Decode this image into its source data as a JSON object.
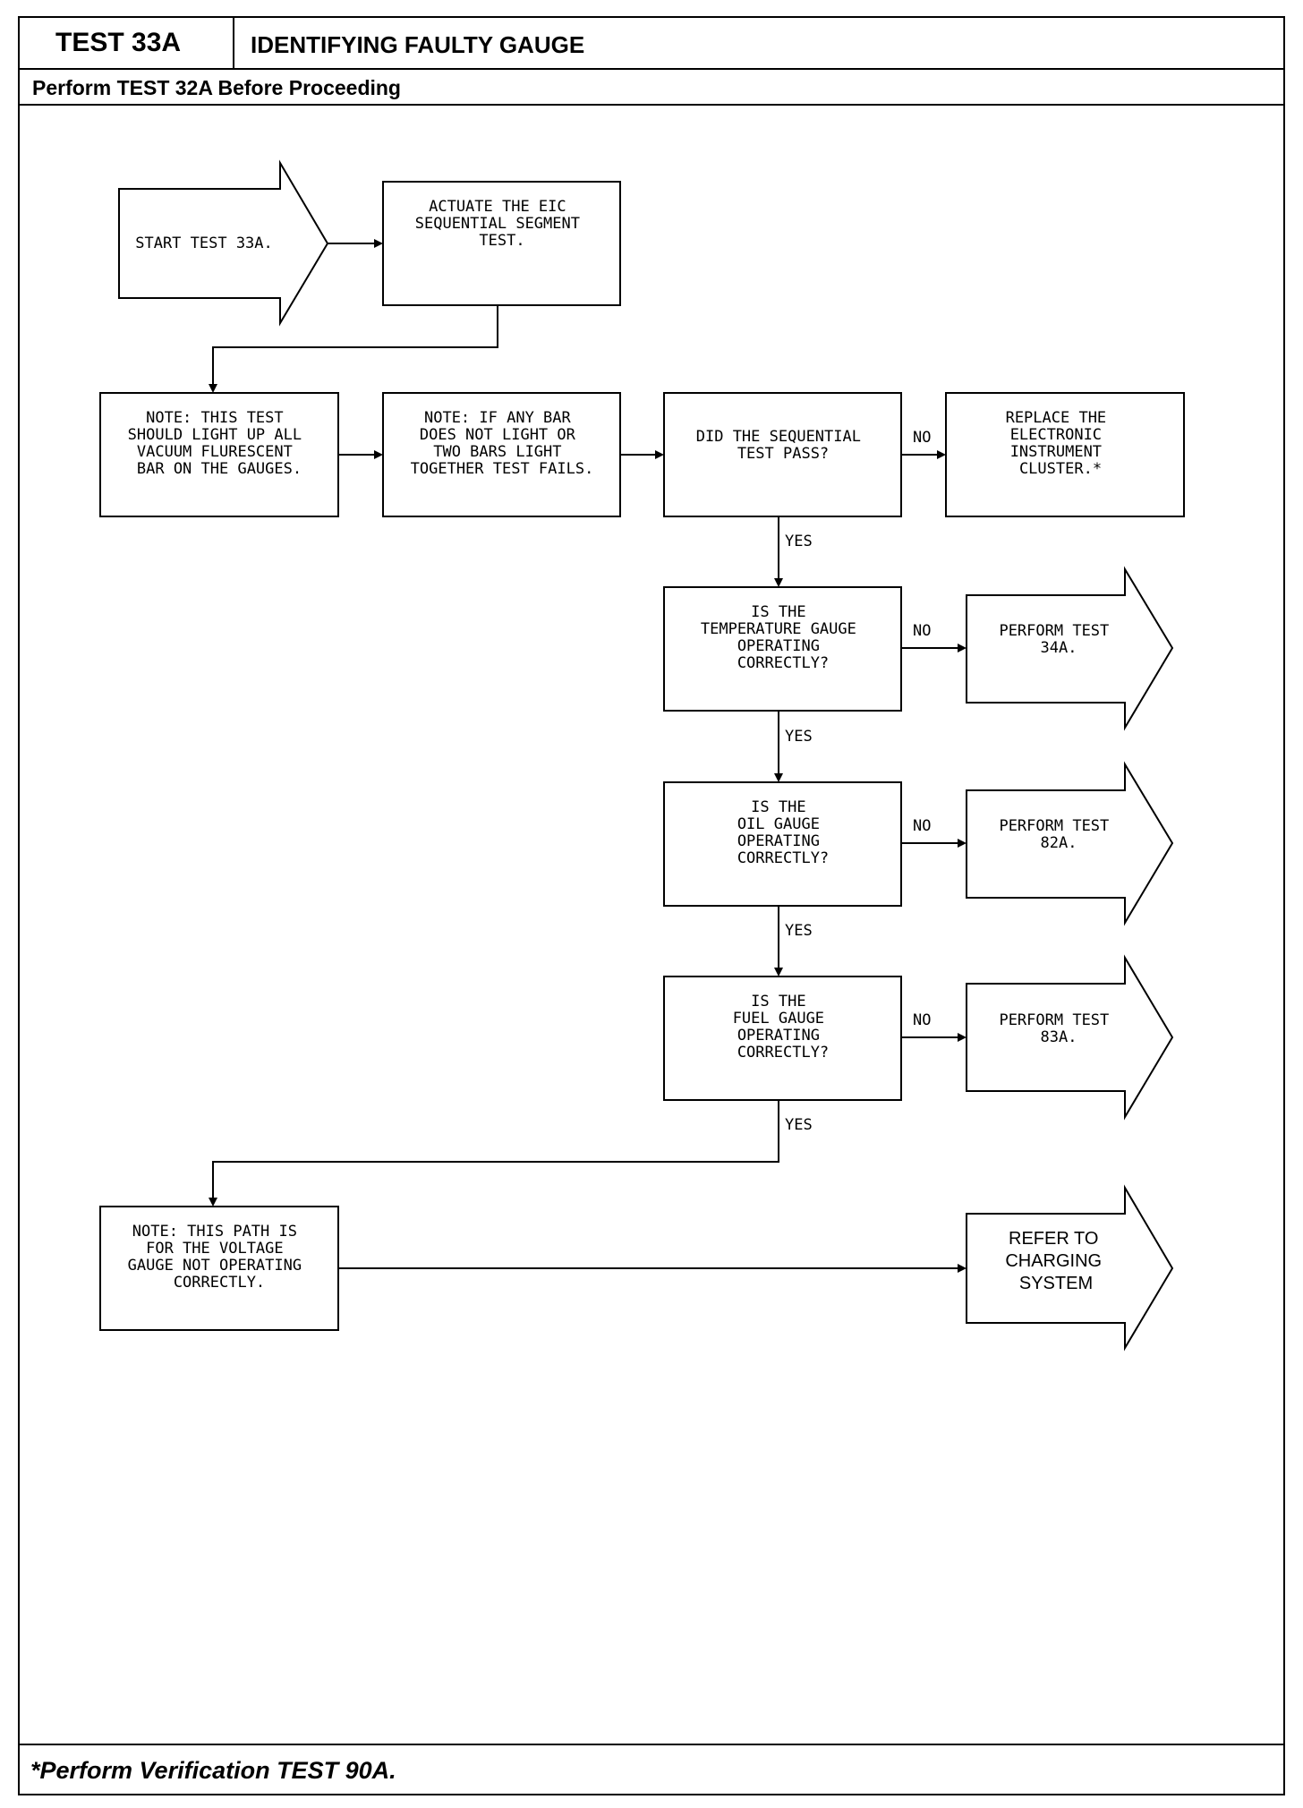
{
  "header": {
    "test_id": "TEST 33A",
    "title": "IDENTIFYING FAULTY GAUGE",
    "prerequisite": "Perform TEST 32A Before Proceeding"
  },
  "footer": {
    "note": "*Perform Verification TEST 90A."
  },
  "flowchart": {
    "start": [
      "START TEST 33A."
    ],
    "actuate": [
      "ACTUATE THE EIC",
      "SEQUENTIAL SEGMENT",
      "TEST."
    ],
    "note1": [
      "NOTE: THIS TEST",
      "SHOULD LIGHT UP ALL",
      "VACUUM FLURESCENT",
      "BAR ON THE GAUGES."
    ],
    "note2": [
      "NOTE: IF ANY BAR",
      "DOES NOT LIGHT OR",
      "TWO BARS LIGHT",
      "TOGETHER TEST FAILS."
    ],
    "q_sequential": [
      "DID THE SEQUENTIAL",
      "TEST PASS?"
    ],
    "replace": [
      "REPLACE THE",
      "ELECTRONIC",
      "INSTRUMENT",
      "CLUSTER.*"
    ],
    "q_temp": [
      "IS THE",
      "TEMPERATURE GAUGE",
      "OPERATING",
      "CORRECTLY?"
    ],
    "perform34": [
      "PERFORM TEST",
      "34A."
    ],
    "q_oil": [
      "IS THE",
      "OIL GAUGE",
      "OPERATING",
      "CORRECTLY?"
    ],
    "perform82": [
      "PERFORM TEST",
      "82A."
    ],
    "q_fuel": [
      "IS THE",
      "FUEL GAUGE",
      "OPERATING",
      "CORRECTLY?"
    ],
    "perform83": [
      "PERFORM TEST",
      "83A."
    ],
    "note3": [
      "NOTE: THIS PATH IS",
      "FOR THE VOLTAGE",
      "GAUGE NOT OPERATING",
      "CORRECTLY."
    ],
    "charging": [
      "REFER TO",
      "CHARGING",
      "SYSTEM"
    ],
    "labels": {
      "no": "NO",
      "yes": "YES"
    }
  }
}
